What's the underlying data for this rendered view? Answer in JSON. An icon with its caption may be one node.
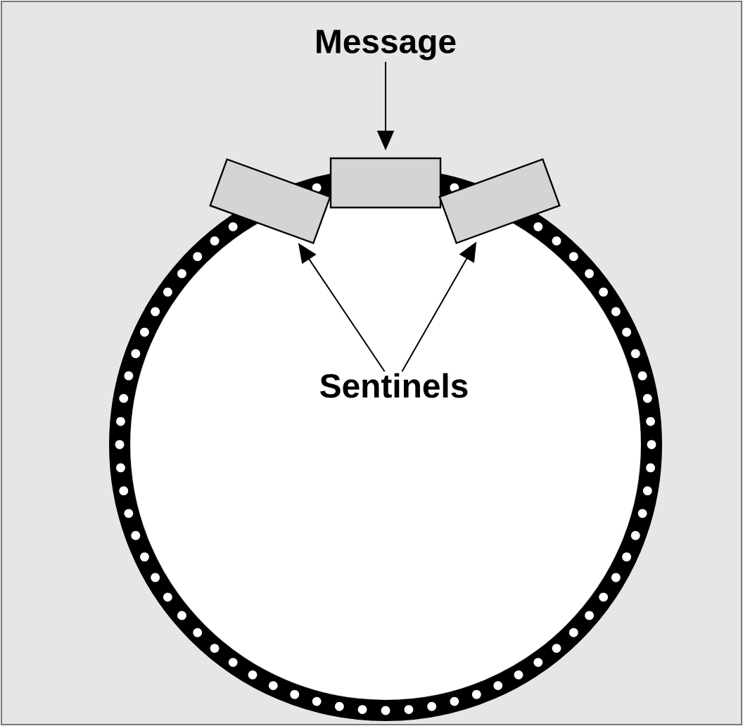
{
  "diagram": {
    "nodes": [
      {
        "text": [
          "Message"
        ]
      },
      {
        "text": [],
        "shape": "box"
      },
      {
        "text": [],
        "shape": "box"
      },
      {
        "text": [],
        "shape": "box"
      },
      {
        "text": [
          "Sentinels"
        ]
      }
    ],
    "edges": [
      {
        "from": 0,
        "to": 2,
        "arrow": "to"
      },
      {
        "from": 4,
        "to": 1,
        "arrow": "to"
      },
      {
        "from": 4,
        "to": 3,
        "arrow": "to"
      }
    ]
  }
}
